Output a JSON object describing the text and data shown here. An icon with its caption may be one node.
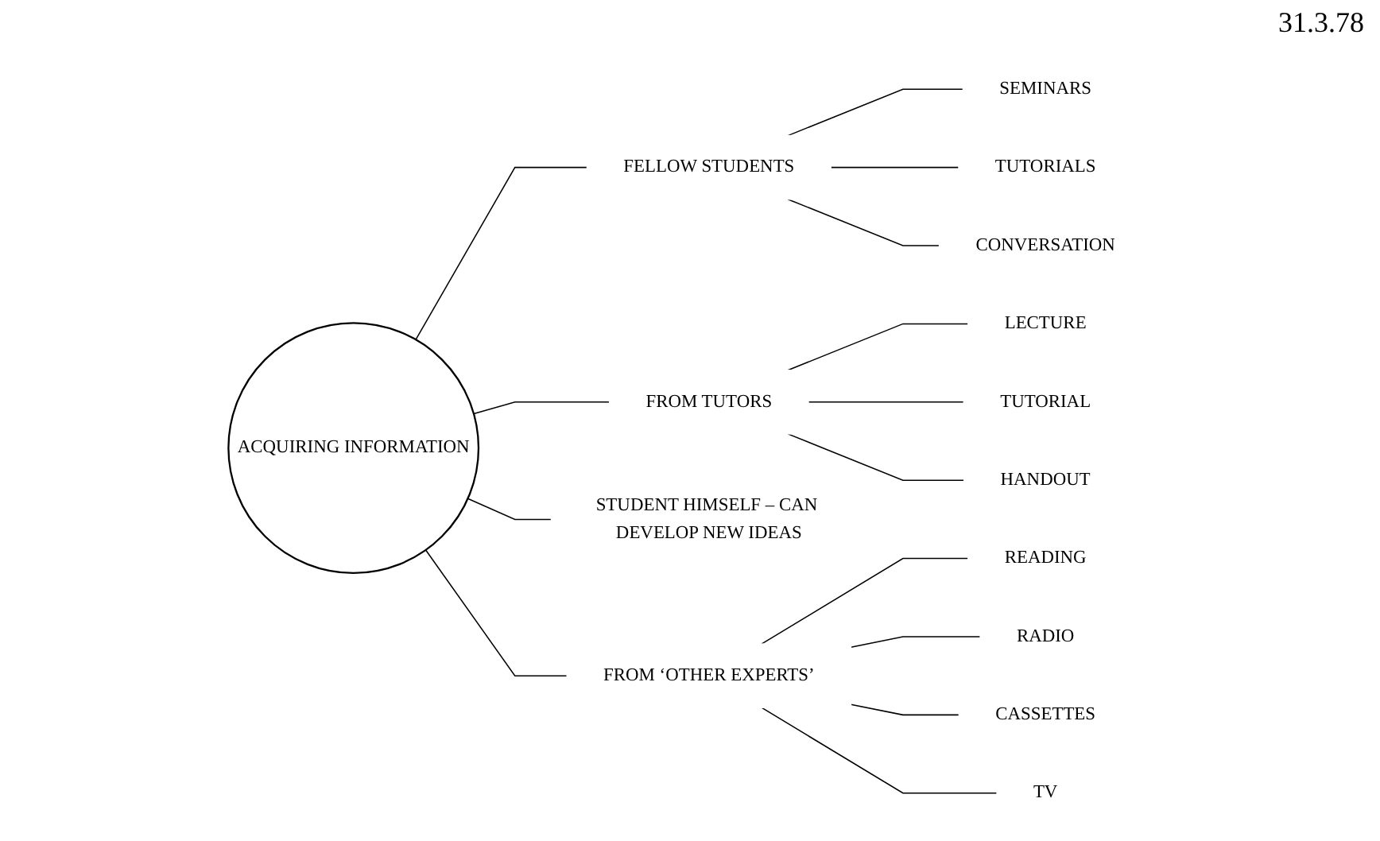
{
  "diagram": {
    "nodes": [
      {
        "text": [
          "FELLOW STUDENTS"
        ]
      },
      {
        "text": [
          "SEMINARS"
        ]
      },
      {
        "text": [
          "TUTORIALS"
        ]
      },
      {
        "text": [
          "CONVERSATION"
        ]
      },
      {
        "text": [
          "FROM TUTORS"
        ]
      },
      {
        "text": [
          "LECTURE"
        ]
      },
      {
        "text": [
          "TUTORIAL"
        ]
      },
      {
        "text": [
          "HANDOUT"
        ]
      },
      {
        "text": [
          "ACQUIRING INFORMATION"
        ]
      },
      {
        "text": [
          "STUDENT HIMSELF – CAN DEVELOP NEW IDEAS"
        ]
      },
      {
        "text": [
          "FROM ‘OTHER EXPERTS’"
        ]
      },
      {
        "text": [
          "READING"
        ]
      },
      {
        "text": [
          "RADIO"
        ]
      },
      {
        "text": [
          "CASSETTES"
        ]
      },
      {
        "text": [
          "TV"
        ]
      }
    ],
    "edges": [
      {
        "from": 8,
        "to": 0,
        "arrow": "none"
      },
      {
        "from": 0,
        "to": 1,
        "arrow": "none"
      },
      {
        "from": 0,
        "to": 2,
        "arrow": "none"
      },
      {
        "from": 0,
        "to": 3,
        "arrow": "none"
      },
      {
        "from": 8,
        "to": 4,
        "arrow": "none"
      },
      {
        "from": 4,
        "to": 5,
        "arrow": "none"
      },
      {
        "from": 4,
        "to": 6,
        "arrow": "none"
      },
      {
        "from": 4,
        "to": 7,
        "arrow": "none"
      },
      {
        "from": 8,
        "to": 9,
        "arrow": "none"
      },
      {
        "from": 8,
        "to": 10,
        "arrow": "none"
      },
      {
        "from": 10,
        "to": 11,
        "arrow": "none"
      },
      {
        "from": 10,
        "to": 12,
        "arrow": "none"
      },
      {
        "from": 10,
        "to": 13,
        "arrow": "none"
      },
      {
        "from": 10,
        "to": 14,
        "arrow": "none"
      }
    ],
    "labels": [
      "31.3.78"
    ]
  }
}
